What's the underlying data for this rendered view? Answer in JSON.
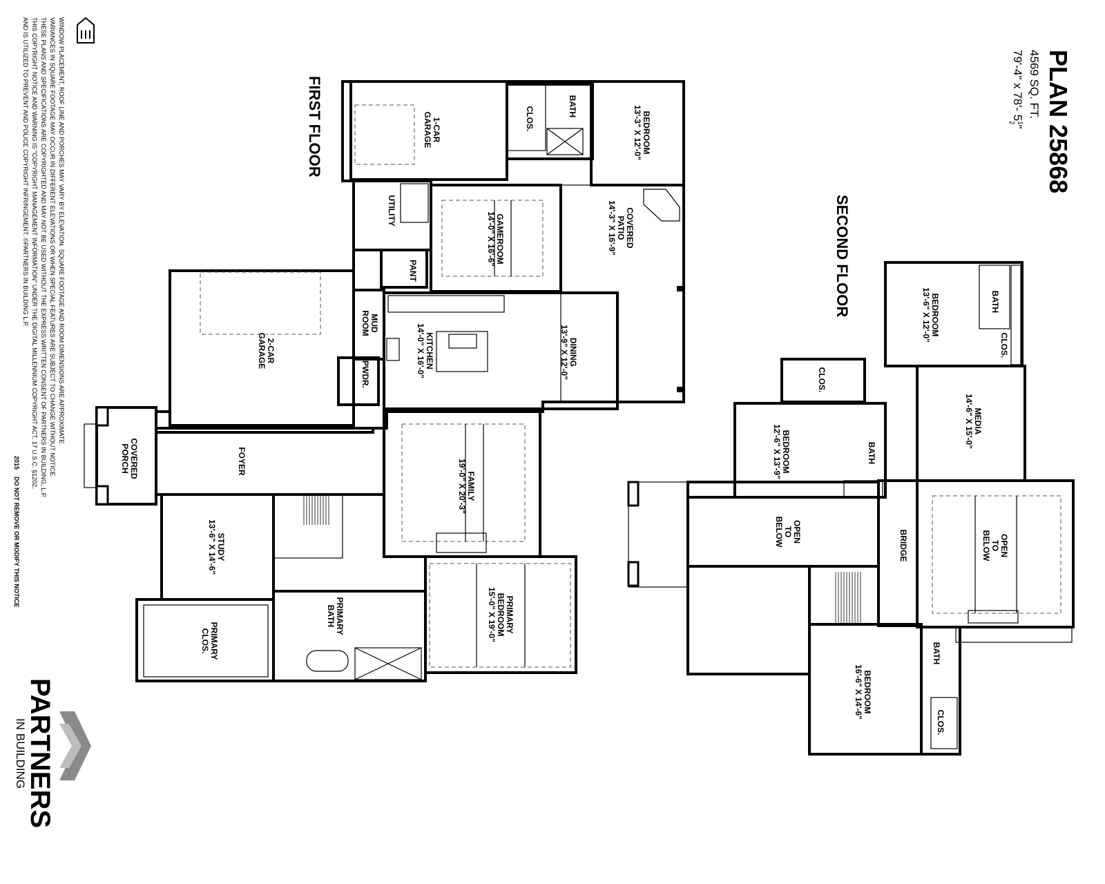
{
  "plan": {
    "title": "PLAN 25868",
    "area": "4569 SQ. FT.",
    "dimensions_main": "79'-4\" x 78'- 5",
    "dimensions_frac_num": "1",
    "dimensions_frac_den": "2",
    "dimensions_tail": "\""
  },
  "floors": {
    "first": "FIRST FLOOR",
    "second": "SECOND FLOOR"
  },
  "rooms_first": {
    "garage1_a": "1-CAR",
    "garage1_b": "GARAGE",
    "closet_a": "CLOS.",
    "bath_a": "BATH",
    "bedroom1_a": "BEDROOM",
    "bedroom1_b": "13'-3\" X 12'-0\"",
    "utility": "UTILITY",
    "pant": "PANT",
    "gameroom_a": "GAMEROOM",
    "gameroom_b": "14'-0\" X 16'-6\"",
    "patio_a": "COVERED",
    "patio_b": "PATIO",
    "patio_c": "14'-3\" X 16'-9\"",
    "mud_a": "MUD",
    "mud_b": "ROOM",
    "kitchen_a": "KITCHEN",
    "kitchen_b": "14'-0\" X 16'-0\"",
    "dining_a": "DINING",
    "dining_b": "13'-9\" X 12'-0\"",
    "garage2_a": "2-CAR",
    "garage2_b": "GARAGE",
    "pwdr": "PWDR.",
    "family_a": "FAMILY",
    "family_b": "19'-0\" X 20'-3\"",
    "foyer": "FOYER",
    "porch_a": "COVERED",
    "porch_b": "PORCH",
    "study_a": "STUDY",
    "study_b": "13'-6\" X 14'-6\"",
    "pbath_a": "PRIMARY",
    "pbath_b": "BATH",
    "pbed_a": "PRIMARY",
    "pbed_b": "BEDROOM",
    "pbed_c": "15'-0\" X 19'-0\"",
    "pclos_a": "PRIMARY",
    "pclos_b": "CLOS."
  },
  "rooms_second": {
    "bed2_a": "BEDROOM",
    "bed2_b": "13'-6\" X 12'-0\"",
    "bath2": "BATH",
    "clos2": "CLOS.",
    "clos3": "CLOS.",
    "media_a": "MEDIA",
    "media_b": "14'-6\" X 15'-0\"",
    "bed3_a": "BEDROOM",
    "bed3_b": "12'-6\" X 13'-9\"",
    "bath3": "BATH",
    "otb1_a": "OPEN",
    "otb1_b": "TO",
    "otb1_c": "BELOW",
    "bridge": "BRIDGE",
    "otb2_a": "OPEN",
    "otb2_b": "TO",
    "otb2_c": "BELOW",
    "bed4_a": "BEDROOM",
    "bed4_b": "16'-6\" X 14'-6\"",
    "bath4": "BATH",
    "clos4": "CLOS."
  },
  "notice": [
    "WINDOW PLACEMENT, ROOF LINE AND PORCHES MAY VARY BY ELEVATION. SQUARE FOOTAGE AND ROOM DIMENSIONS ARE APPROXIMATE.",
    "VARIANCES IN SQUARE FOOTAGE MAY OCCUR IN DIFFERENT ELEVATIONS OR WHEN SPECIAL FEATURES ARE SUBJECT TO CHANGE WITHOUT NOTICE.",
    "THESE PLANS AND SPECIFICATIONS ARE COPYRIGHTED AND MAY NOT BE USED WITHOUT THE EXPRESS WRITTEN CONSENT OF PARTNERS IN BUILDING, L.P.",
    "THIS COPYRIGHT NOTICE AND WARNING IS \"COPYRIGHT MANAGEMENT INFORMATION\" UNDER THE DIGITAL MILLENNIUM COPYRIGHT ACT, 17 U.S.C. §1202,",
    "AND IS UTILIZED TO PREVENT AND POLICE COPYRIGHT INFRINGEMENT. ©PARTNERS IN BUILDING L.P."
  ],
  "notice_year": "2015",
  "notice_warning": "DO NOT REMOVE OR MODIFY THIS NOTICE",
  "logo": {
    "name": "PARTNERS",
    "sub": "IN BUILDING"
  },
  "colors": {
    "ink": "#000000",
    "logo_gray": "#8a8a8a",
    "paper": "#ffffff"
  },
  "icons": [
    "equal-housing-icon",
    "partners-chevron-icon"
  ]
}
